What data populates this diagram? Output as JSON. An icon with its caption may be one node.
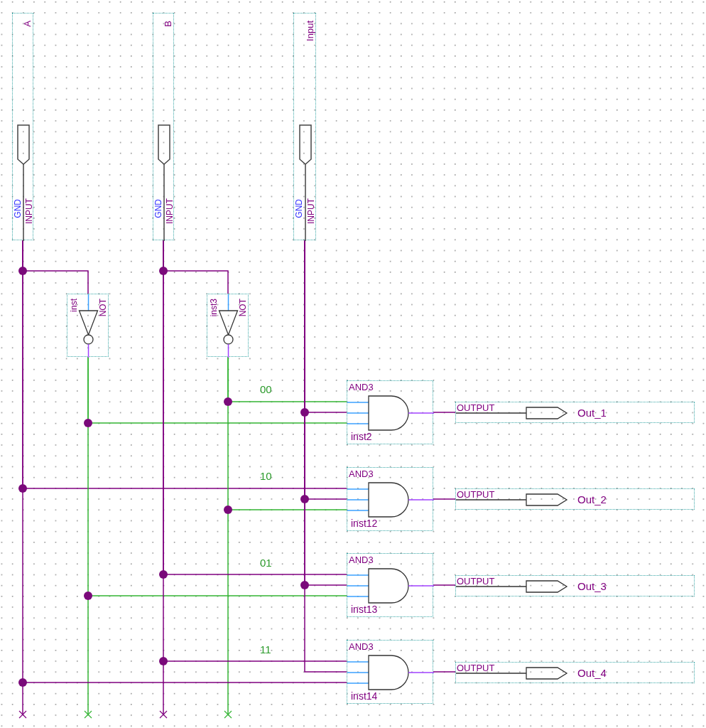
{
  "diagram": {
    "nodes": [
      {
        "text": [
          "A",
          "GND",
          "INPUT"
        ]
      },
      {
        "text": [
          "B",
          "GND",
          "INPUT"
        ]
      },
      {
        "text": [
          "Input",
          "GND",
          "INPUT"
        ]
      },
      {
        "text": [
          "inst",
          "NOT"
        ]
      },
      {
        "text": [
          "inst3",
          "NOT"
        ]
      },
      {
        "text": [
          "AND3",
          "inst2"
        ]
      },
      {
        "text": [
          "AND3",
          "inst12"
        ]
      },
      {
        "text": [
          "AND3",
          "inst13"
        ]
      },
      {
        "text": [
          "AND3",
          "inst14"
        ]
      },
      {
        "text": [
          "OUTPUT",
          "Out_1"
        ]
      },
      {
        "text": [
          "OUTPUT",
          "Out_2"
        ]
      },
      {
        "text": [
          "OUTPUT",
          "Out_3"
        ]
      },
      {
        "text": [
          "OUTPUT",
          "Out_4"
        ]
      }
    ],
    "edges": [
      {
        "from": 0,
        "to": 3,
        "arrow": "none"
      },
      {
        "from": 1,
        "to": 4,
        "arrow": "none"
      },
      {
        "from": 4,
        "to": 5,
        "arrow": "none",
        "color": "#33b533"
      },
      {
        "from": 2,
        "to": 5,
        "arrow": "none"
      },
      {
        "from": 3,
        "to": 5,
        "arrow": "none",
        "color": "#33b533"
      },
      {
        "from": 0,
        "to": 6,
        "arrow": "none"
      },
      {
        "from": 2,
        "to": 6,
        "arrow": "none"
      },
      {
        "from": 4,
        "to": 6,
        "arrow": "none",
        "color": "#33b533"
      },
      {
        "from": 1,
        "to": 7,
        "arrow": "none"
      },
      {
        "from": 2,
        "to": 7,
        "arrow": "none"
      },
      {
        "from": 3,
        "to": 7,
        "arrow": "none",
        "color": "#33b533"
      },
      {
        "from": 1,
        "to": 8,
        "arrow": "none"
      },
      {
        "from": 2,
        "to": 8,
        "arrow": "none"
      },
      {
        "from": 0,
        "to": 8,
        "arrow": "none"
      },
      {
        "from": 5,
        "to": 9,
        "arrow": "none"
      },
      {
        "from": 6,
        "to": 10,
        "arrow": "none"
      },
      {
        "from": 7,
        "to": 11,
        "arrow": "none"
      },
      {
        "from": 8,
        "to": 12,
        "arrow": "none"
      }
    ],
    "labels": [
      "00",
      "10",
      "01",
      "11"
    ]
  }
}
